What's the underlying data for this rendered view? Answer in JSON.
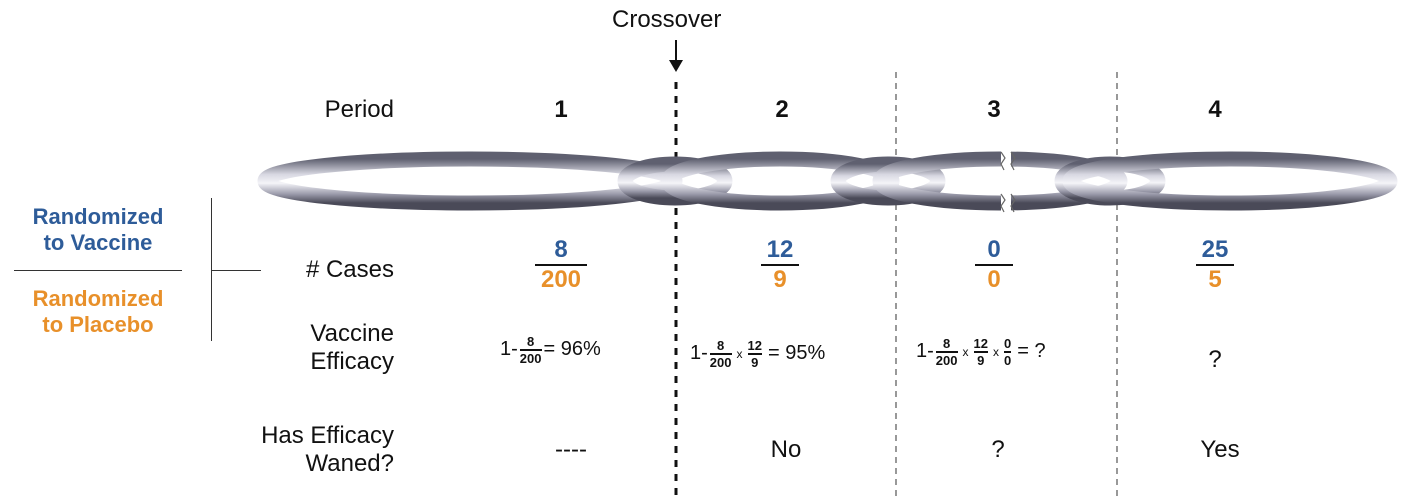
{
  "crossover_label": "Crossover",
  "row_labels": {
    "period": "Period",
    "cases": "# Cases",
    "efficacy_line1": "Vaccine",
    "efficacy_line2": "Efficacy",
    "waned_line1": "Has Efficacy",
    "waned_line2": "Waned?"
  },
  "legend": {
    "vaccine_line1": "Randomized",
    "vaccine_line2": "to Vaccine",
    "placebo_line1": "Randomized",
    "placebo_line2": "to Placebo"
  },
  "colors": {
    "vaccine": "#2e5c99",
    "placebo": "#e8902a",
    "chain": "#8a8a9a"
  },
  "periods": [
    {
      "number": "1",
      "cases_vaccine": "8",
      "cases_placebo": "200",
      "formula": {
        "prefix": "1-",
        "f1_num": "8",
        "f1_den": "200",
        "equals": "= 96%"
      },
      "waned": "----"
    },
    {
      "number": "2",
      "cases_vaccine": "12",
      "cases_placebo": "9",
      "formula": {
        "prefix": "1-",
        "f1_num": "8",
        "f1_den": "200",
        "times1": "x",
        "f2_num": "12",
        "f2_den": "9",
        "equals": "= 95%"
      },
      "waned": "No"
    },
    {
      "number": "3",
      "cases_vaccine": "0",
      "cases_placebo": "0",
      "formula": {
        "prefix": "1-",
        "f1_num": "8",
        "f1_den": "200",
        "times1": "x",
        "f2_num": "12",
        "f2_den": "9",
        "times2": "x",
        "f3_num": "0",
        "f3_den": "0",
        "equals": "= ?"
      },
      "waned": "?"
    },
    {
      "number": "4",
      "cases_vaccine": "25",
      "cases_placebo": "5",
      "efficacy": "?",
      "waned": "Yes"
    }
  ]
}
